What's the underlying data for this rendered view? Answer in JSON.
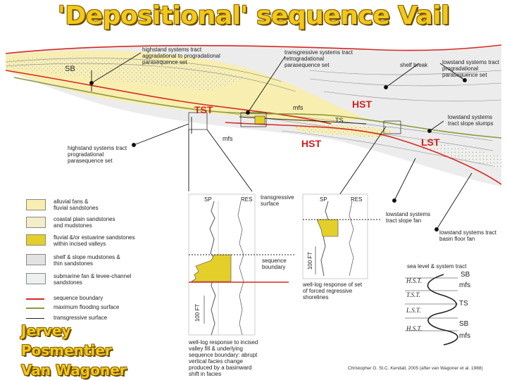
{
  "title": "'Depositional' sequence Vail",
  "authors": [
    "Jervey",
    "Posmentier",
    "Van Wagoner"
  ],
  "cross_section": {
    "sb": "SB",
    "tst": "TST",
    "hst_top": "HST",
    "hst_mid": "HST",
    "lst": "LST",
    "mfs_top": "mfs",
    "mfs_left": "mfs",
    "ts": "TS"
  },
  "callouts": {
    "highstand_agg": "highstand systems tract\naggradational to progradational\nparasequence set",
    "transgressive_retro": "transgressive systems tract\nretrogradational\nparasequence set",
    "shelf_break": "shelf break",
    "lowstand_prog": "lowstand systems tract\nprogradational\nparasequence set",
    "highstand_prog": "highstand systems tract\nprogradational\nparasequence set",
    "lowstand_slope_slumps": "lowstand systems\ntract slope slumps",
    "lowstand_slope_fan": "lowstand systems\ntract slope fan",
    "lowstand_basin_fan": "lowstand systems tract\nbasin floor fan"
  },
  "legend": [
    {
      "label": "alluvial fans &\nfluvial sandstones",
      "color": "#f7eeb0"
    },
    {
      "label": "coastal plain sandstones\nand mudstones",
      "color": "#f3edc8"
    },
    {
      "label": "fluvial &/or estuarine sandstones\nwithin incised valleys",
      "color": "#e4cf2a"
    },
    {
      "label": "shelf & slope mudstones &\nthin sandstones",
      "color": "#e2e2e2"
    },
    {
      "label": "submarine fan & levee-channel\nsandstones",
      "color": "#eef0f0"
    }
  ],
  "legend_lines": [
    {
      "label": "sequence boundary",
      "color": "#d42a22"
    },
    {
      "label": "maximum flooding surface",
      "color": "#8a9a3a"
    },
    {
      "label": "transgressive surface",
      "color": "#222222"
    }
  ],
  "welllog1": {
    "sp": "SP",
    "res": "RES",
    "scale": "100 FT",
    "transgressive_surface": "transgressive\nsurface",
    "sequence_boundary": "sequence\nboundary",
    "caption": "well-log response to incised\nvalley fill & underlying\nsequence boundary: abrupt\nvertical facies change\nproduced by a basinward\nshift in facies"
  },
  "welllog2": {
    "sp": "SP",
    "res": "RES",
    "scale": "100 FT",
    "caption": "well-log response of set\nof forced regressive\nshorelines"
  },
  "sea_level": {
    "title": "sea level & system tract",
    "tracts": [
      "H.S.T.",
      "T.S.T.",
      "L.S.T.",
      "H.S.T."
    ],
    "right_labels": [
      "SB",
      "mfs",
      "TS",
      "SB",
      "mfs"
    ]
  },
  "citation": "Christopher G. St.C. Kendall, 2005 (after van Wagoner et al. 1988)"
}
